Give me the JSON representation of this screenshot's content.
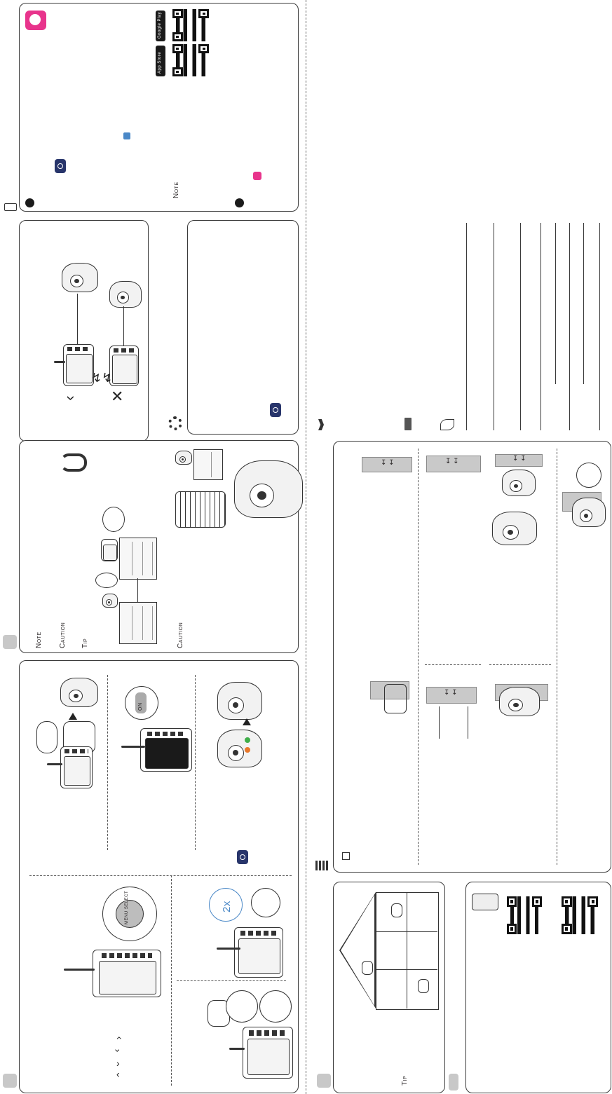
{
  "colors": {
    "app_pink": "#e8348c",
    "navy": "#28356b",
    "gray": "#c9c9c9",
    "led_green": "#3fae49",
    "led_orange": "#e8782b"
  },
  "headings": {
    "note_1": "Note",
    "note_2": "Note",
    "caution_1": "Caution",
    "tip_1": "Tip",
    "caution_2": "Caution",
    "tip_2": "Tip"
  },
  "stores": {
    "google_play": "Google Play",
    "app_store": "App Store"
  },
  "illustration_labels": {
    "zoom": "2x",
    "menu_select": "MENU SELECT",
    "on": "ON"
  },
  "icons": [
    "battery-icon",
    "app-icon",
    "google-play-icon",
    "apple-icon",
    "settings-icon",
    "parent-unit-icon",
    "range-icon",
    "hook-icon",
    "mount-icon",
    "wall-mount-icon",
    "qr-code-icon",
    "house-icon",
    "tablet-icon",
    "chevron-icon",
    "wrench-icon"
  ]
}
